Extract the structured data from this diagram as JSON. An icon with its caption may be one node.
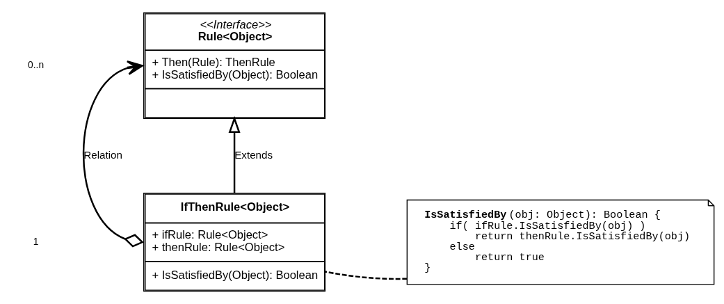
{
  "diagram": {
    "nodes": [
      {
        "text": [
          "<<Interface>>",
          "Rule<Object>",
          "+ Then(Rule): ThenRule",
          "+ IsSatisfiedBy(Object): Boolean"
        ]
      },
      {
        "text": [
          "IfThenRule<Object>",
          "+ ifRule: Rule<Object>",
          "+ thenRule: Rule<Object>",
          "+ IsSatisfiedBy(Object): Boolean"
        ]
      },
      {
        "text": [
          "IsSatisfiedBy(obj: Object): Boolean {",
          "if( ifRule.IsSatisfiedBy(obj) )",
          "return thenRule.IsSatisfiedBy(obj)",
          "else",
          "return true",
          "}"
        ]
      }
    ],
    "edges": [
      {
        "from": 1,
        "to": 0,
        "arrow": "to",
        "label": "Extends"
      },
      {
        "from": 1,
        "to": 0,
        "arrow": "both",
        "label": "Relation"
      },
      {
        "from": 2,
        "to": 1,
        "arrow": "none",
        "style": "dashed"
      }
    ],
    "labels": [
      "0..n",
      "1"
    ]
  }
}
